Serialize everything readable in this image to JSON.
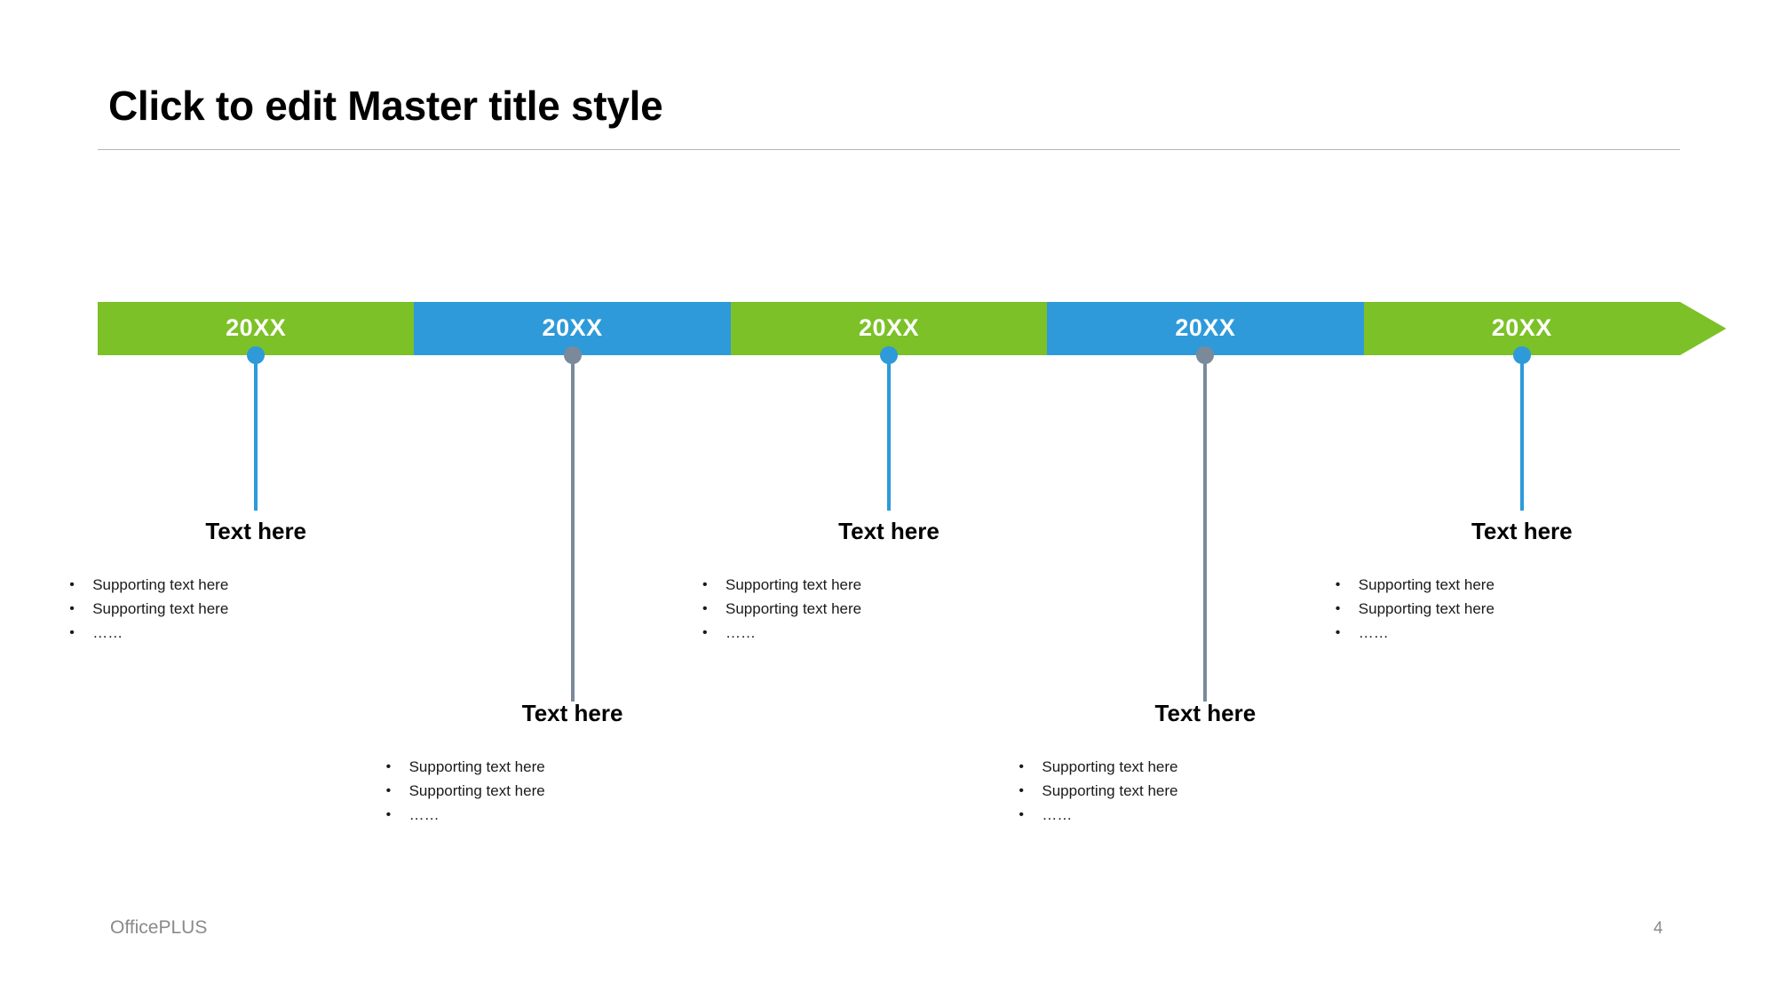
{
  "slide": {
    "title": "Click to edit Master title style",
    "page_number": "4",
    "brand": "OfficePLUS",
    "background": "#FFFFFF",
    "divider_color": "#B6B6B6"
  },
  "colors": {
    "green": "#7CC127",
    "blue": "#2E9AD9",
    "gray": "#7A8A9B",
    "label_text": "#FFFFFF",
    "body_text": "#1A1A1A",
    "footer_text": "#8A8A8A"
  },
  "timeline": {
    "segments": [
      {
        "label": "20XX",
        "color": "#7CC127",
        "connector_color": "#2E9AD9",
        "direction": "down-short",
        "shape": "rect"
      },
      {
        "label": "20XX",
        "color": "#2E9AD9",
        "connector_color": "#7A8A9B",
        "direction": "down-long",
        "shape": "rect"
      },
      {
        "label": "20XX",
        "color": "#7CC127",
        "connector_color": "#2E9AD9",
        "direction": "down-short",
        "shape": "rect"
      },
      {
        "label": "20XX",
        "color": "#2E9AD9",
        "connector_color": "#7A8A9B",
        "direction": "down-long",
        "shape": "rect"
      },
      {
        "label": "20XX",
        "color": "#7CC127",
        "connector_color": "#2E9AD9",
        "direction": "down-short",
        "shape": "arrow"
      }
    ]
  },
  "blocks": [
    {
      "title": "Text here",
      "bullets": [
        "Supporting text here",
        "Supporting text here",
        "……"
      ],
      "bullet_glyph": "•",
      "row": "upper"
    },
    {
      "title": "Text here",
      "bullets": [
        "Supporting text here",
        "Supporting text here",
        "……"
      ],
      "bullet_glyph": "•",
      "row": "lower"
    },
    {
      "title": "Text here",
      "bullets": [
        "Supporting text here",
        "Supporting text here",
        "……"
      ],
      "bullet_glyph": "•",
      "row": "upper"
    },
    {
      "title": "Text here",
      "bullets": [
        "Supporting text here",
        "Supporting text here",
        "……"
      ],
      "bullet_glyph": "•",
      "row": "lower"
    },
    {
      "title": "Text here",
      "bullets": [
        "Supporting text here",
        "Supporting text here",
        "……"
      ],
      "bullet_glyph": "•",
      "row": "upper"
    }
  ]
}
